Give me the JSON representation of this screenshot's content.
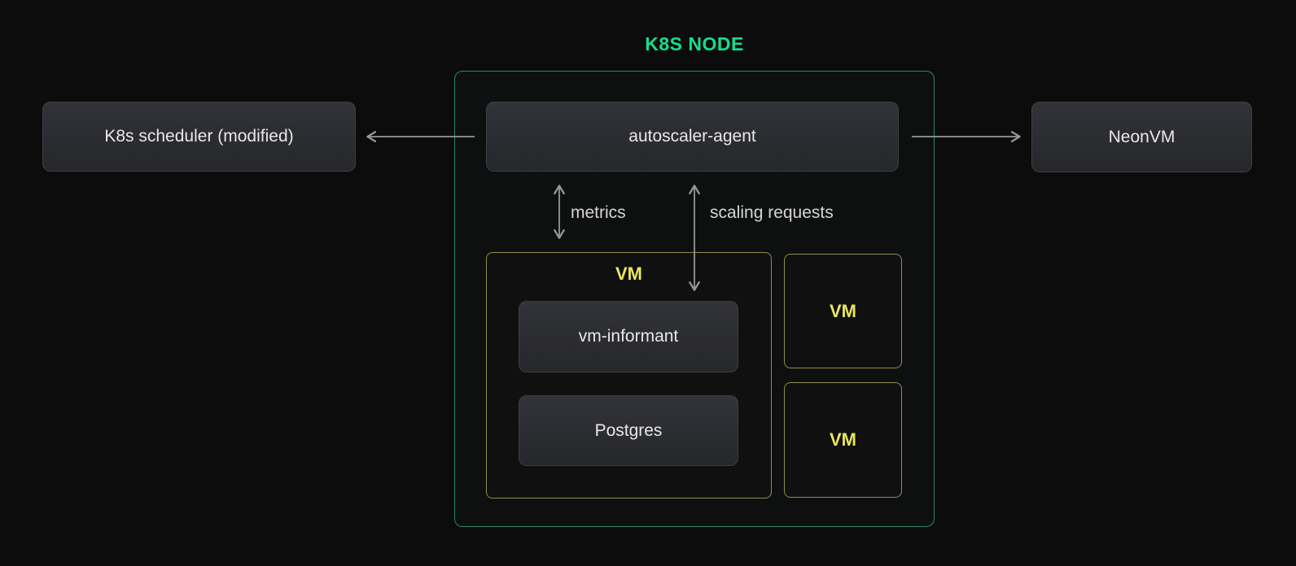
{
  "diagram": {
    "title": "K8S NODE",
    "nodes": {
      "scheduler": {
        "label": "K8s scheduler (modified)"
      },
      "autoscaler": {
        "label": "autoscaler-agent"
      },
      "neonvm": {
        "label": "NeonVM"
      },
      "vm_main": {
        "label": "VM"
      },
      "vm_informant": {
        "label": "vm-informant"
      },
      "vm_postgres": {
        "label": "Postgres"
      },
      "vm_small_1": {
        "label": "VM"
      },
      "vm_small_2": {
        "label": "VM"
      }
    },
    "edges": {
      "scheduler_link": {
        "from": "autoscaler-agent",
        "to": "K8s scheduler (modified)",
        "label": ""
      },
      "neonvm_link": {
        "from": "autoscaler-agent",
        "to": "NeonVM",
        "label": ""
      },
      "metrics": {
        "from": "autoscaler-agent",
        "to": "VM",
        "label": "metrics",
        "bidirectional": true
      },
      "scaling": {
        "from": "autoscaler-agent",
        "to": "vm-informant",
        "label": "scaling requests",
        "bidirectional": true
      }
    },
    "colors": {
      "background": "#0c0c0c",
      "node_container_border": "#2e8662",
      "title_green": "#16dd8c",
      "vm_border_yellow": "#8f8f4d",
      "vm_text_yellow": "#eae55c",
      "box_background": "#2a2b2f",
      "box_border": "#3e3f44",
      "box_text": "#e8e8ea",
      "arrow_gray": "#97979b",
      "edge_label_text": "#d6d6d8"
    }
  }
}
